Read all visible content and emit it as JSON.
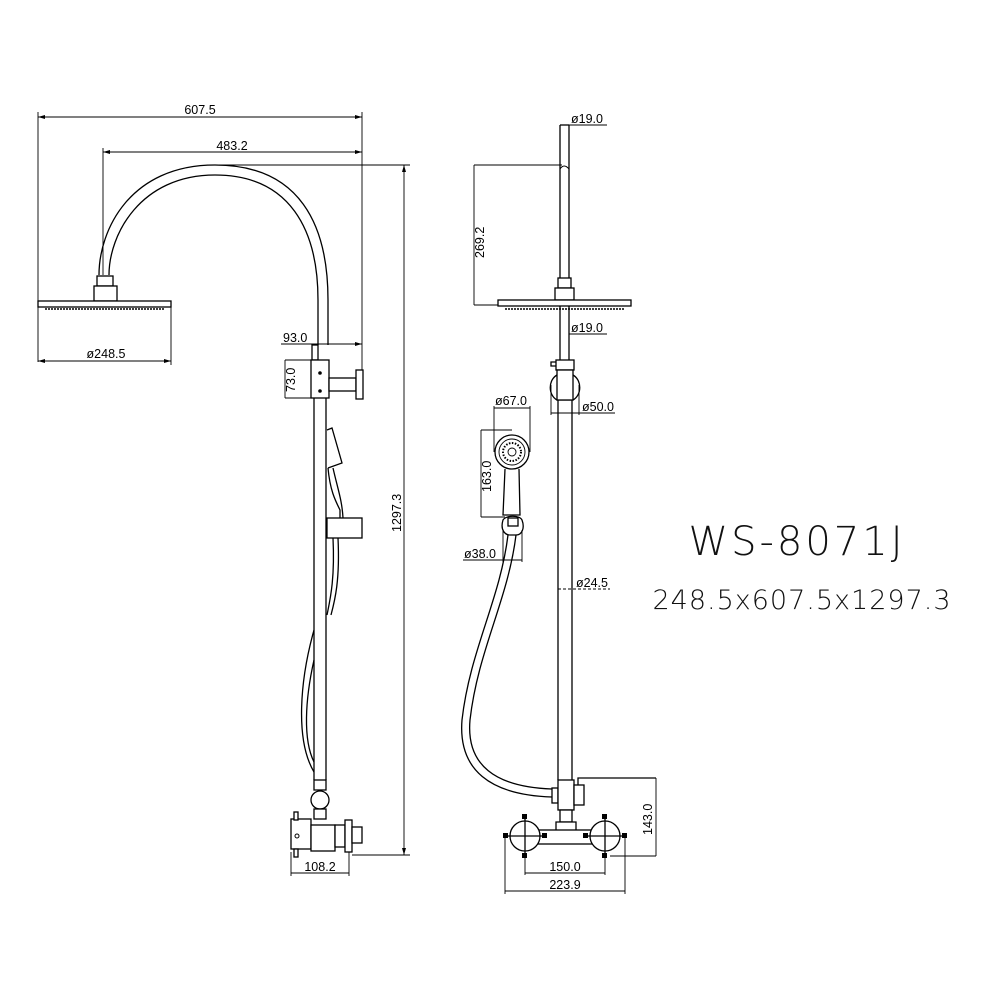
{
  "drawing": {
    "model": "WS-8071J",
    "overall_dimensions": "248.5x607.5x1297.3",
    "line_color": "#000000",
    "background": "#ffffff"
  },
  "side_view": {
    "dimensions": {
      "total_reach": "607.5",
      "arm_reach": "483.2",
      "head_diameter": "ø248.5",
      "bracket_offset": "93.0",
      "bracket_height": "73.0",
      "total_height": "1297.3",
      "valve_depth": "108.2"
    }
  },
  "front_view": {
    "dimensions": {
      "top_pipe_diameter": "ø19.0",
      "arm_drop": "269.2",
      "lower_pipe_diameter": "ø19.0",
      "bracket_diameter": "ø50.0",
      "hand_shower_head_diameter": "ø67.0",
      "hand_shower_length": "163.0",
      "holder_diameter": "ø38.0",
      "riser_diameter": "ø24.5",
      "valve_height": "143.0",
      "valve_centers": "150.0",
      "valve_width": "223.9"
    }
  }
}
